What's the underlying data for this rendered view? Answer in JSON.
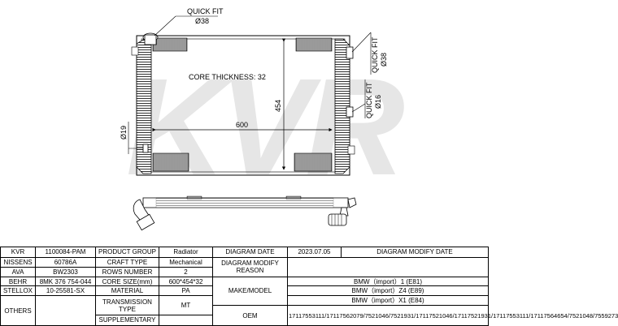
{
  "drawing": {
    "watermark": "KVR",
    "core_thickness_label": "CORE THICKNESS: 32",
    "width_dim": "600",
    "height_dim": "454",
    "quick_fit_top": "QUICK FIT",
    "quick_fit_top_size": "Ø38",
    "quick_fit_right_upper": "QUICK FIT",
    "quick_fit_right_upper_size": "Ø38",
    "quick_fit_right_lower": "QUICK FIT",
    "quick_fit_right_lower_size": "Ø16",
    "left_port_size": "Ø19"
  },
  "table": {
    "r1": {
      "c1": "KVR",
      "c2": "1100084-PAM",
      "c3": "PRODUCT GROUP",
      "c4": "Radiator",
      "c5": "DIAGRAM DATE",
      "c6": "2023.07.05",
      "c7": "DIAGRAM MODIFY DATE"
    },
    "r2": {
      "c1": "NISSENS",
      "c2": "60786A",
      "c3": "CRAFT TYPE",
      "c4": "Mechanical",
      "c5": "DIAGRAM MODIFY REASON"
    },
    "r3": {
      "c1": "AVA",
      "c2": "BW2303",
      "c3": "ROWS NUMBER",
      "c4": "2"
    },
    "r4": {
      "c1": "BEHR",
      "c2": "8MK 376 754-044",
      "c3": "CORE SIZE(mm)",
      "c4": "600*454*32",
      "c6": "BMW（import）1 (E81)"
    },
    "r5": {
      "c1": "STELLOX",
      "c2": "10-25581-SX",
      "c3": "MATERIAL",
      "c4": "PA",
      "c5": "MAKE/MODEL",
      "c6": "BMW（import）Z4 (E89)"
    },
    "r6": {
      "c3": "TRANSMISSION TYPE",
      "c4": "MT",
      "c6": "BMW（import）X1 (E84)"
    },
    "r7": {
      "c1": "OTHERS",
      "c5": "OEM",
      "c6": "17117553111/17117562079/7521046/7521931/17117521046/17117521931/17117553111/17117564654/7521048/7559273"
    },
    "r8": {
      "c3": "SUPPLEMENTARY"
    }
  }
}
